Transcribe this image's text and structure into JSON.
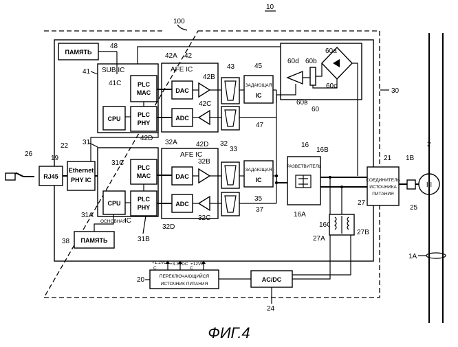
{
  "figure": {
    "caption": "ФИГ.4",
    "ref_main": "10",
    "ref_housing": "100"
  },
  "blocks": {
    "memory_top": "ПАМЯТЬ",
    "sub_ic": "SUB IC",
    "plc_mac": "PLC MAC",
    "plc_phy": "PLC PHY",
    "cpu": "CPU",
    "afe_ic": "AFE IC",
    "dac": "DAC",
    "adc": "ADC",
    "driver_ic": "ЗАДАЮЩАЯ IC",
    "rj45": "RJ45",
    "ethernet_phy": "Ethernet PHY IC",
    "main_ic": "ОСНОВНАЯ IC",
    "memory_bottom": "ПАМЯТЬ",
    "splitter": "РАЗВЕТВИТЕЛЬ",
    "power_connector": "СОЕДИНИТЕЛЬ ИСТОЧНИКА ПИТАНИЯ",
    "switching_psu": "ПЕРЕКЛЮЧАЮЩИЙСЯ ИСТОЧНИК ПИТАНИЯ",
    "acdc": "AC/DC",
    "v12": "+1.2VD",
    "v12c": "C",
    "v33": "+3.3VDC",
    "v12b": "+12VD",
    "v12bc": "C"
  },
  "refs": [
    "48",
    "41",
    "41C",
    "42A",
    "42",
    "42B",
    "43",
    "45",
    "60a",
    "60d",
    "60b",
    "60c",
    "60в",
    "60",
    "30",
    "42C",
    "47",
    "42D",
    "32A",
    "32",
    "32B",
    "33",
    "26",
    "22",
    "19",
    "31",
    "31C",
    "16",
    "16B",
    "21",
    "1B",
    "2",
    "32D",
    "32C",
    "35",
    "37",
    "31A",
    "31B",
    "16A",
    "16C",
    "27",
    "27A",
    "27B",
    "25",
    "38",
    "20",
    "1A",
    "24"
  ]
}
